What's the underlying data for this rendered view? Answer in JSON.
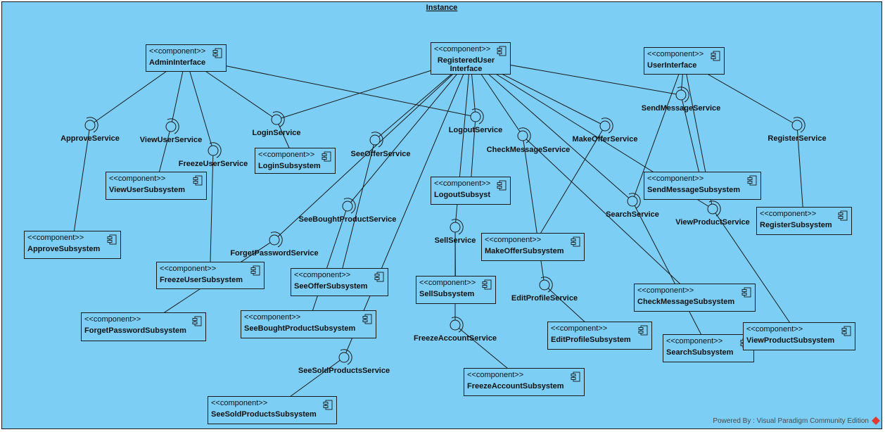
{
  "diagram": {
    "title": "Instance",
    "footer": "Powered By : Visual Paradigm Community Edition",
    "stereotype": "<<component>>"
  },
  "components": [
    {
      "id": "admin",
      "lines": [
        "AdminInterface"
      ]
    },
    {
      "id": "reg",
      "lines": [
        "RegisteredUser",
        "Interface"
      ]
    },
    {
      "id": "user",
      "lines": [
        "UserInterface"
      ]
    },
    {
      "id": "loginsub",
      "lines": [
        "LoginSubsystem"
      ]
    },
    {
      "id": "viewusersub",
      "lines": [
        "ViewUserSubsystem"
      ]
    },
    {
      "id": "approvesub",
      "lines": [
        "ApproveSubsystem"
      ]
    },
    {
      "id": "freezeusersub",
      "lines": [
        "FreezeUserSubsystem"
      ]
    },
    {
      "id": "forgetsub",
      "lines": [
        "ForgetPasswordSubsystem"
      ]
    },
    {
      "id": "seeoffersub",
      "lines": [
        "SeeOfferSubsystem"
      ]
    },
    {
      "id": "seeboughtsub",
      "lines": [
        "SeeBoughtProductSubsystem"
      ]
    },
    {
      "id": "seesoldsub",
      "lines": [
        "SeeSoldProductsSubsystem"
      ]
    },
    {
      "id": "logoutsub",
      "lines": [
        "LogoutSubsyst"
      ]
    },
    {
      "id": "sellsub",
      "lines": [
        "SellSubsystem"
      ]
    },
    {
      "id": "freezeaccsub",
      "lines": [
        "FreezeAccountSubsystem"
      ]
    },
    {
      "id": "makeoffersub",
      "lines": [
        "MakeOfferSubsystem"
      ]
    },
    {
      "id": "editprofilesub",
      "lines": [
        "EditProfileSubsystem"
      ]
    },
    {
      "id": "checkmsgsub",
      "lines": [
        "CheckMessageSubsystem"
      ]
    },
    {
      "id": "sendmsgsub",
      "lines": [
        "SendMessageSubsystem"
      ]
    },
    {
      "id": "searchsub",
      "lines": [
        "SearchSubsystem"
      ]
    },
    {
      "id": "viewproductsub",
      "lines": [
        "ViewProductSubsystem"
      ]
    },
    {
      "id": "registersub",
      "lines": [
        "RegisterSubsystem"
      ]
    }
  ],
  "interfaces": [
    {
      "id": "approve",
      "label": "ApproveService"
    },
    {
      "id": "viewuser",
      "label": "ViewUserService"
    },
    {
      "id": "freezeuser",
      "label": "FreezeUserService"
    },
    {
      "id": "login",
      "label": "LoginService"
    },
    {
      "id": "seeoffer",
      "label": "SeeOfferService"
    },
    {
      "id": "seebought",
      "label": "SeeBoughtProductService"
    },
    {
      "id": "forget",
      "label": "ForgetPasswordService"
    },
    {
      "id": "seesold",
      "label": "SeeSoldProductsService"
    },
    {
      "id": "logout",
      "label": "LogoutService"
    },
    {
      "id": "sell",
      "label": "SellService"
    },
    {
      "id": "freezeacc",
      "label": "FreezeAccountService"
    },
    {
      "id": "checkmsg",
      "label": "CheckMessageService"
    },
    {
      "id": "makeoffer",
      "label": "MakeOfferService"
    },
    {
      "id": "editprofile",
      "label": "EditProfileService"
    },
    {
      "id": "sendmsg",
      "label": "SendMessageService"
    },
    {
      "id": "search",
      "label": "SearchService"
    },
    {
      "id": "viewproduct",
      "label": "ViewProductService"
    },
    {
      "id": "register",
      "label": "RegisterService"
    }
  ]
}
